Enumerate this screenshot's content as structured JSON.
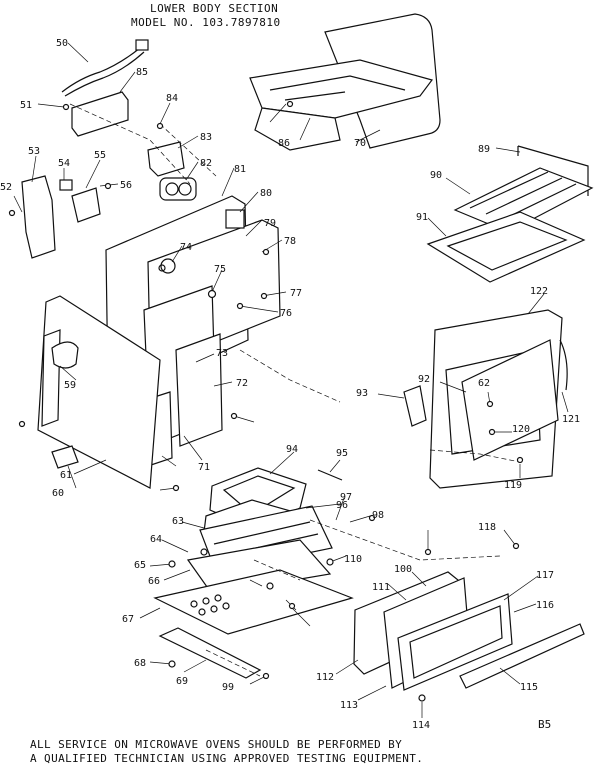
{
  "header": {
    "line1": "LOWER BODY SECTION",
    "line2": "MODEL NO. 103.7897810"
  },
  "footer": {
    "line1": "ALL SERVICE ON MICROWAVE OVENS SHOULD BE PERFORMED BY",
    "line2": "A QUALIFIED TECHNICIAN USING APPROVED TESTING EQUIPMENT."
  },
  "page_code": "B5",
  "callouts": [
    "50",
    "85",
    "51",
    "84",
    "83",
    "82",
    "81",
    "80",
    "79",
    "78",
    "77",
    "76",
    "75",
    "74",
    "53",
    "54",
    "55",
    "56",
    "52",
    "86",
    "70",
    "89",
    "90",
    "91",
    "122",
    "92",
    "62",
    "93",
    "121",
    "120",
    "119",
    "73",
    "72",
    "71",
    "59",
    "61",
    "60",
    "94",
    "95",
    "96",
    "97",
    "98",
    "63",
    "64",
    "65",
    "66",
    "67",
    "68",
    "69",
    "99",
    "110",
    "100",
    "111",
    "112",
    "113",
    "114",
    "115",
    "116",
    "117",
    "118"
  ]
}
